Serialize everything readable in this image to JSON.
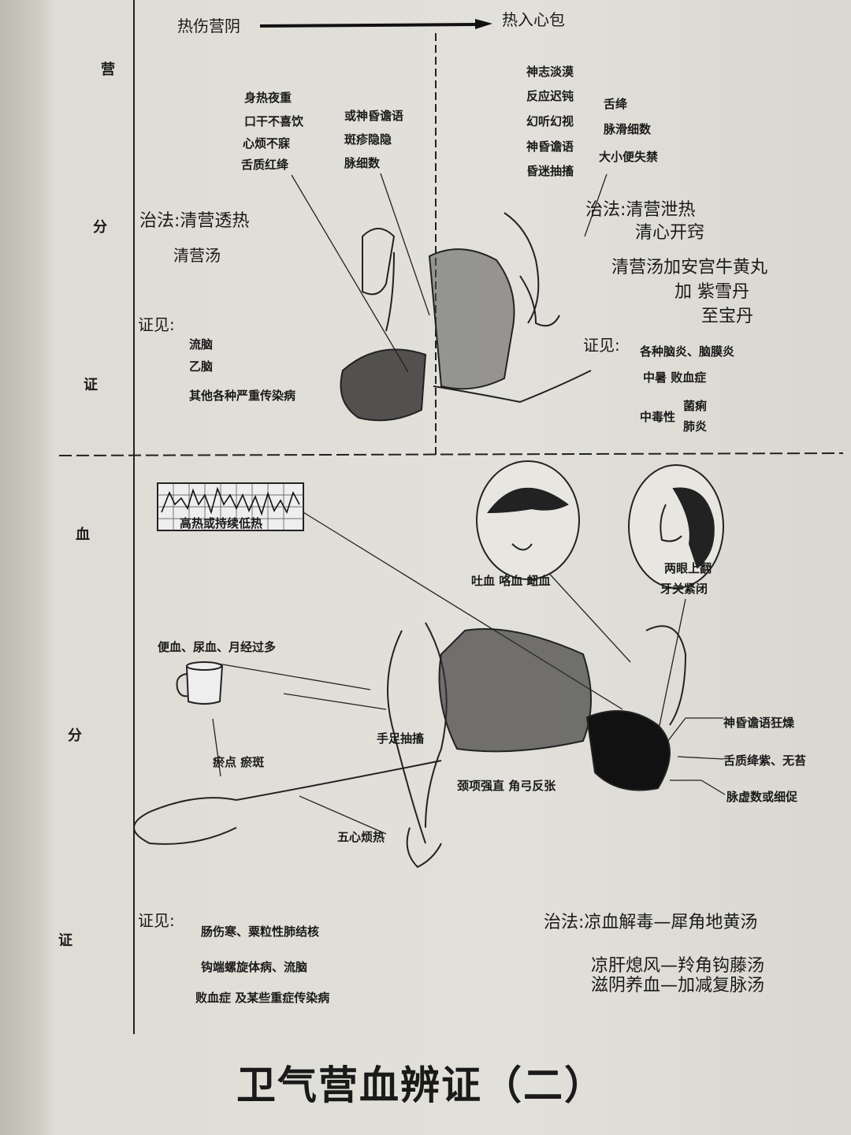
{
  "header": {
    "left": "热伤营阴",
    "right": "热入心包"
  },
  "side_labels": {
    "ying": [
      "营",
      "分",
      "证"
    ],
    "xue": [
      "血",
      "分",
      "证"
    ]
  },
  "ying_left": {
    "symptoms_a": [
      "身热夜重",
      "口干不喜饮",
      "心烦不寐",
      "舌质红绛"
    ],
    "symptoms_b": [
      "或神昏谵语",
      "斑疹隐隐",
      "脉细数"
    ],
    "treatment_label": "治法:清营透热",
    "formula": "清营汤",
    "evidence_label": "证见:",
    "evidence": [
      "流脑",
      "乙脑",
      "其他各种严重传染病"
    ]
  },
  "ying_right": {
    "symptoms_a": [
      "神志淡漠",
      "反应迟钝",
      "幻听幻视",
      "神昏谵语",
      "昏迷抽搐"
    ],
    "symptoms_b": [
      "舌绛",
      "脉滑细数",
      "大小便失禁"
    ],
    "treatment": [
      "治法:清营泄热",
      "清心开窍",
      "清营汤加安宫牛黄丸",
      "加 紫雪丹",
      "至宝丹"
    ],
    "evidence_label": "证见:",
    "evidence": [
      "各种脑炎、脑膜炎",
      "中暑 败血症",
      "中毒性",
      "菌痢",
      "肺炎"
    ]
  },
  "xue": {
    "fever": "高热或持续低热",
    "bleeding_upper": "吐血 咯血 衄血",
    "eyes": [
      "两眼上翻",
      "牙关紧闭"
    ],
    "bleeding_lower": "便血、尿血、月经过多",
    "convulsion": "手足抽搐",
    "petechiae": "瘀点 瘀斑",
    "neck": "颈项强直 角弓反张",
    "palms": "五心烦热",
    "right_signs": [
      "神昏谵语狂燥",
      "舌质绛紫、无苔",
      "脉虚数或细促"
    ],
    "evidence_label": "证见:",
    "evidence": [
      "肠伤寒、粟粒性肺结核",
      "钩端螺旋体病、流脑",
      "败血症 及某些重症传染病"
    ],
    "treatment": [
      "治法:凉血解毒—犀角地黄汤",
      "凉肝熄风—羚角钩藤汤",
      "滋阴养血—加减复脉汤"
    ]
  },
  "page_title": "卫气营血辨证（二）"
}
